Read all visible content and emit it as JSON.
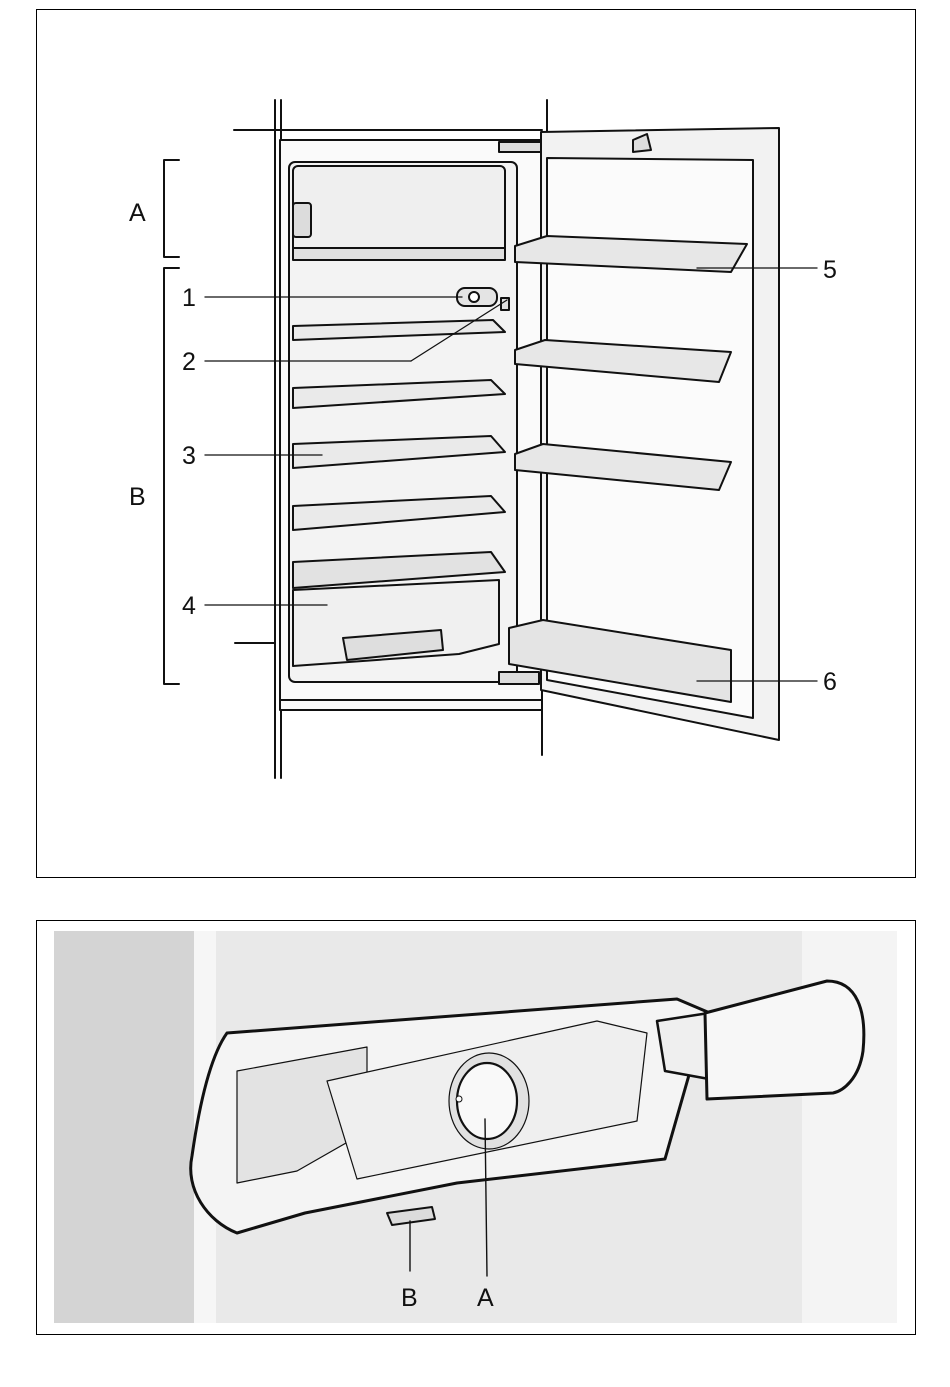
{
  "figure_top": {
    "callouts": {
      "zone_a": "A",
      "zone_b": "B",
      "n1": "1",
      "n2": "2",
      "n3": "3",
      "n4": "4",
      "n5": "5",
      "n6": "6"
    }
  },
  "figure_bottom": {
    "callouts": {
      "a": "A",
      "b": "B"
    }
  },
  "colors": {
    "line": "#111111",
    "fill_light": "#f4f4f4",
    "fill_mid": "#e6e6e6",
    "fill_dark": "#cfcfcf",
    "wall_shade": "#d4d4d4",
    "wall_light": "#e9e9e9"
  }
}
